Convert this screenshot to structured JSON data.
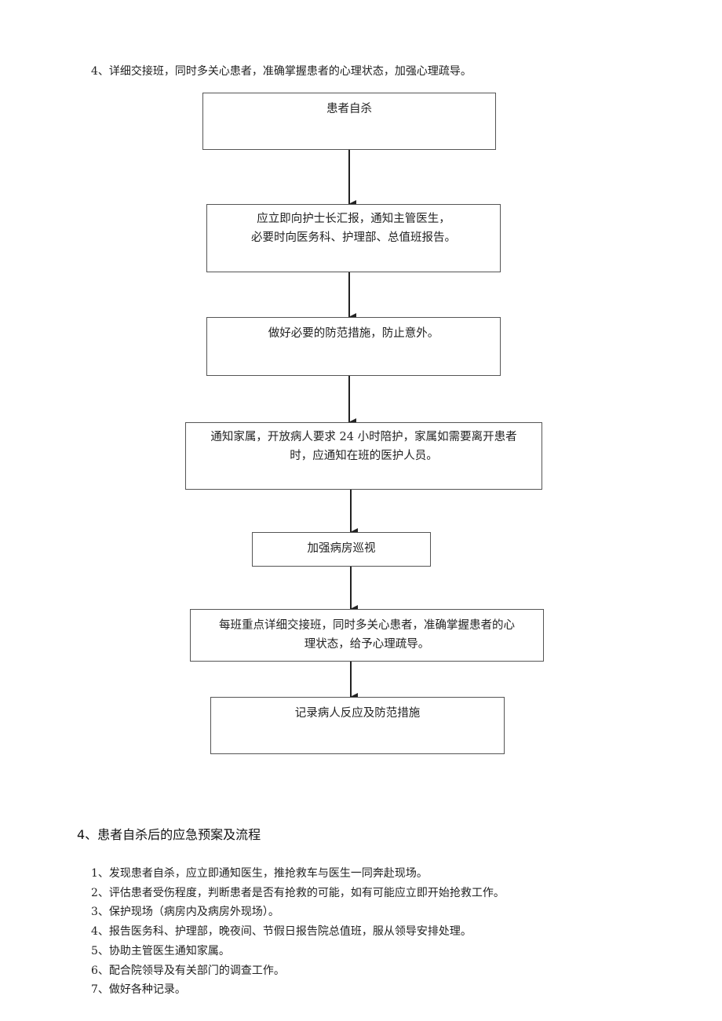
{
  "intro_line": "4、详细交接班，同时多关心患者，准确掌握患者的心理状态，加强心理疏导。",
  "flowchart": {
    "boxes": [
      {
        "line1": "患者自杀",
        "line2": ""
      },
      {
        "line1": "应立即向护士长汇报，通知主管医生，",
        "line2": "必要时向医务科、护理部、总值班报告。"
      },
      {
        "line1": "做好必要的防范措施，防止意外。",
        "line2": ""
      },
      {
        "line1": "通知家属，开放病人要求 24 小时陪护，家属如需要离开患者",
        "line2": "时，应通知在班的医护人员。"
      },
      {
        "line1": "加强病房巡视",
        "line2": ""
      },
      {
        "line1": "每班重点详细交接班，同时多关心患者，准确掌握患者的心",
        "line2": "理状态，给予心理疏导。"
      },
      {
        "line1": "记录病人反应及防范措施",
        "line2": ""
      }
    ]
  },
  "section": {
    "title": "4、患者自杀后的应急预案及流程",
    "steps": [
      "1、发现患者自杀，应立即通知医生，推抢救车与医生一同奔赴现场。",
      "2、评估患者受伤程度，判断患者是否有抢救的可能，如有可能应立即开始抢救工作。",
      "3、保护现场（病房内及病房外现场）。",
      "4、报告医务科、护理部，晚夜间、节假日报告院总值班，服从领导安排处理。",
      "5、协助主管医生通知家属。",
      "6、配合院领导及有关部门的调查工作。",
      "7、做好各种记录。"
    ]
  }
}
